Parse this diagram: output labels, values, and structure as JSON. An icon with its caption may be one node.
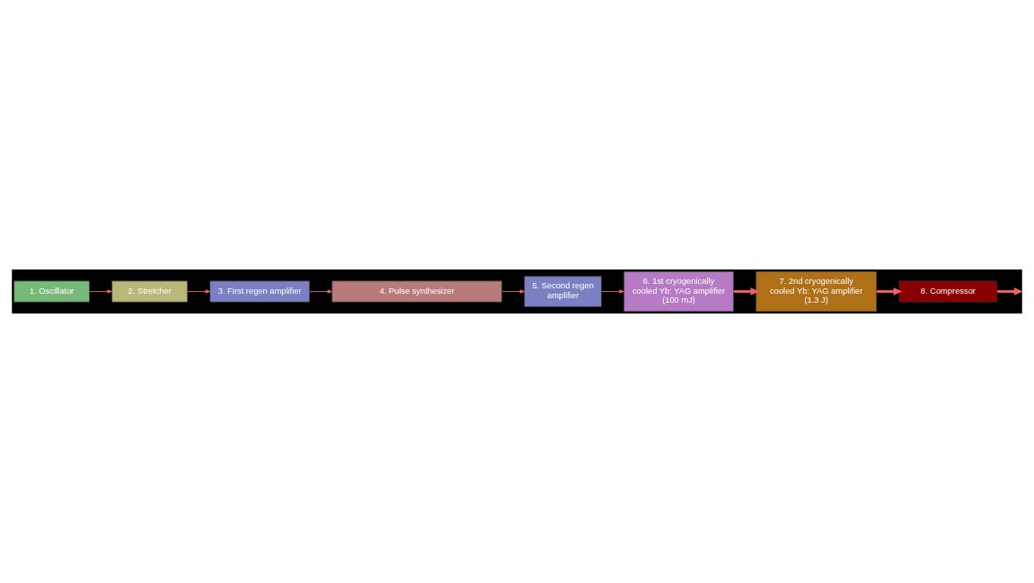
{
  "diagram": {
    "nodes": [
      {
        "text": [
          "6. 1st cryogenically cooled Yb: YAG amplifier (100 mJ)"
        ]
      },
      {
        "text": [
          "3. First regen amplifier"
        ]
      },
      {
        "text": [
          "1. Oscillator"
        ]
      },
      {
        "text": [
          "2. Stretcher"
        ]
      },
      {
        "text": [
          "5. Second regen amplifier"
        ]
      },
      {
        "text": [
          "4. Pulse synthesizer"
        ]
      },
      {
        "text": [
          "7. 2nd cryogenically cooled Yb: YAG amplifier (1.3 J)"
        ]
      },
      {
        "text": [
          "8. Compressor"
        ]
      }
    ],
    "edges": [
      {
        "from": 2,
        "to": 3,
        "arrow": "to"
      },
      {
        "from": 3,
        "to": 1,
        "arrow": "to"
      },
      {
        "from": 1,
        "to": 5,
        "arrow": "to"
      },
      {
        "from": 5,
        "to": 4,
        "arrow": "to"
      },
      {
        "from": 4,
        "to": 0,
        "arrow": "to"
      },
      {
        "from": 0,
        "to": 6,
        "arrow": "to",
        "style": "thick"
      },
      {
        "from": 6,
        "to": 7,
        "arrow": "to",
        "style": "thick"
      },
      {
        "from": 7,
        "to": null,
        "arrow": "to",
        "style": "thick"
      }
    ]
  }
}
